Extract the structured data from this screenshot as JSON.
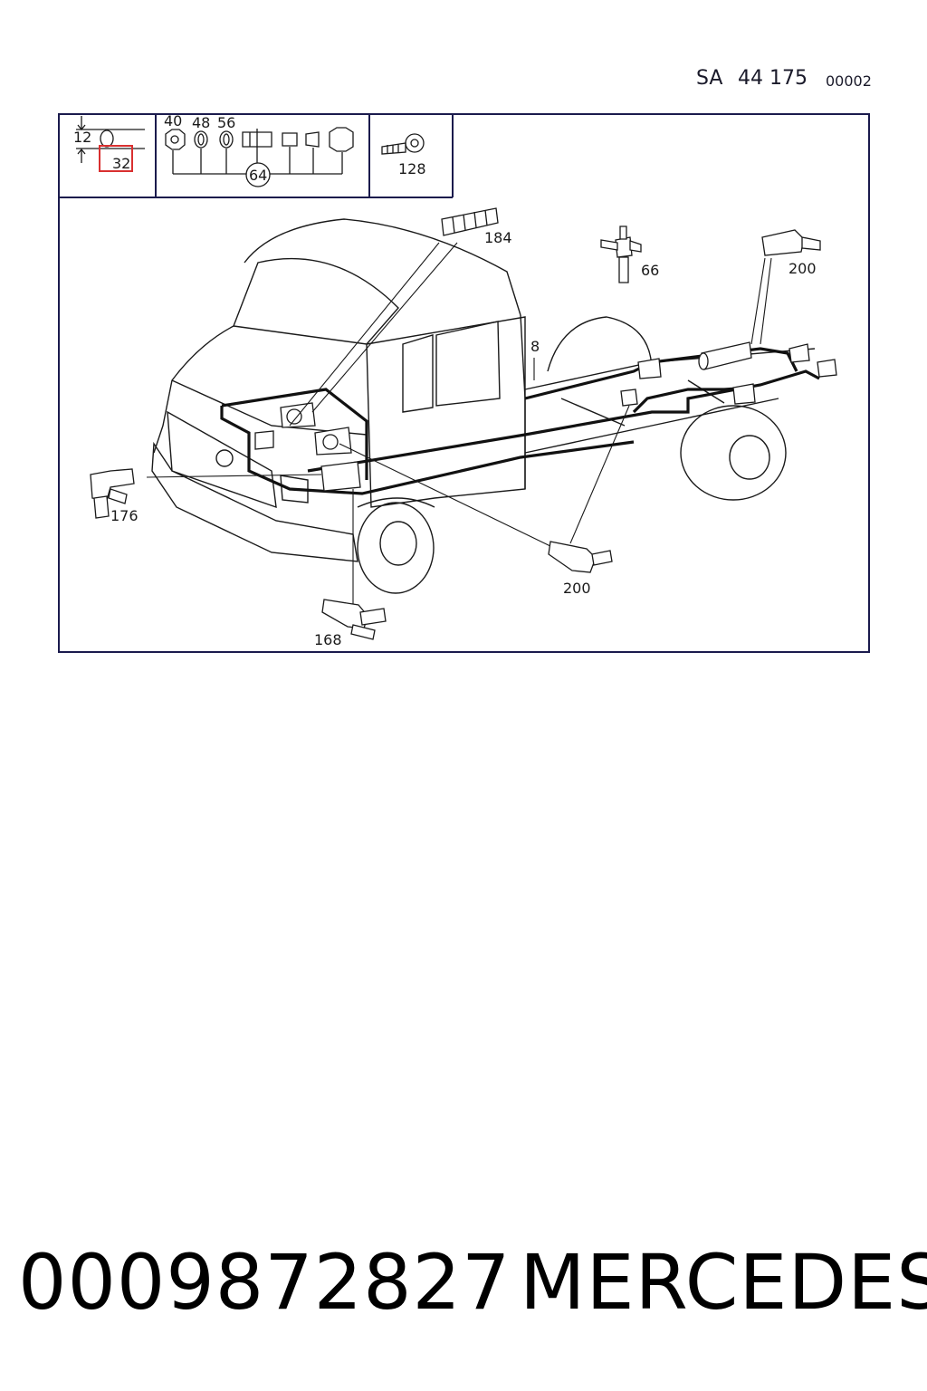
{
  "header": {
    "sa_label": "SA",
    "sa_number": "44 175",
    "sheet_code": "00002"
  },
  "callouts": {
    "c12": "12",
    "c32": "32",
    "c40": "40",
    "c48": "48",
    "c56": "56",
    "c64": "64",
    "c128": "128",
    "c184": "184",
    "c66": "66",
    "c200_top": "200",
    "c8": "8",
    "c176": "176",
    "c200_bottom": "200",
    "c168": "168"
  },
  "highlight": {
    "target": "32",
    "color": "#d93030"
  },
  "footer": {
    "part_number": "0009872827",
    "brand": "MERCEDES"
  },
  "colors": {
    "frame": "#1b1b4d",
    "ink": "#1a1a1a"
  }
}
